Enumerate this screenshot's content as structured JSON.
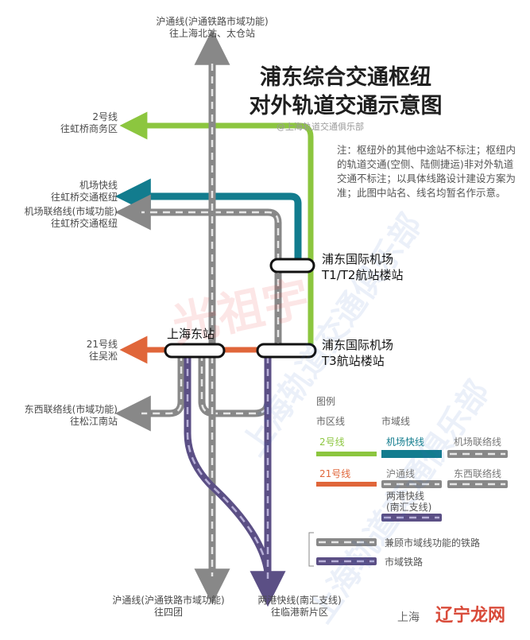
{
  "colors": {
    "green": "#8cc63f",
    "teal": "#127c8e",
    "orange": "#e0663a",
    "gray": "#888888",
    "gray_dash": "#e6e6e6",
    "purple": "#5b4f85",
    "purple_dash": "#b8b0d8"
  },
  "title": {
    "line1": "浦东综合交通枢纽",
    "line2": "对外轨道交通示意图"
  },
  "credit": "@上海轨道交通俱乐部",
  "note": "注：枢纽外的其他中途站不标注；枢纽内的轨道交通(空侧、陆侧捷运)非对外轨道交通不标注；以具体线路设计建设方案为准；此图中站名、线名均暂名作示意。",
  "stations": {
    "shanghai_east": "上海东站",
    "t1t2_line1": "浦东国际机场",
    "t1t2_line2": "T1/T2航站楼站",
    "t3_line1": "浦东国际机场",
    "t3_line2": "T3航站楼站"
  },
  "routes": {
    "top_north": {
      "line1": "沪通线(沪通铁路市域功能)",
      "line2": "往上海北站、太仓站"
    },
    "line2": {
      "line1": "2号线",
      "line2": "往虹桥商务区"
    },
    "airport_express": {
      "line1": "机场快线",
      "line2": "往虹桥交通枢纽"
    },
    "airport_link": {
      "line1": "机场联络线(市域功能)",
      "line2": "往虹桥交通枢纽"
    },
    "line21": {
      "line1": "21号线",
      "line2": "往吴淞"
    },
    "east_west": {
      "line1": "东西联络线(市域功能)",
      "line2": "往松江南站"
    },
    "bottom_south": {
      "line1": "沪通线(沪通铁路市域功能)",
      "line2": "往四团"
    },
    "lianggang": {
      "line1": "两港快线(南汇支线)",
      "line2": "往临港新片区"
    }
  },
  "legend": {
    "title": "图例",
    "urban": "市区线",
    "suburban": "市域线",
    "items": {
      "line2": "2号线",
      "airport_express": "机场快线",
      "airport_link": "机场联络线",
      "line21": "21号线",
      "hutong": "沪通线",
      "east_west": "东西联络线",
      "lianggang_1": "两港快线",
      "lianggang_2": "(南汇支线)",
      "railway": "兼顾市域线功能的铁路",
      "suburban_rail": "市域铁路"
    }
  },
  "watermarks": {
    "diag": "上海轨道交通俱乐部",
    "red": "光祖宇"
  },
  "footer": {
    "text": "上海",
    "logo": "辽宁龙网"
  }
}
